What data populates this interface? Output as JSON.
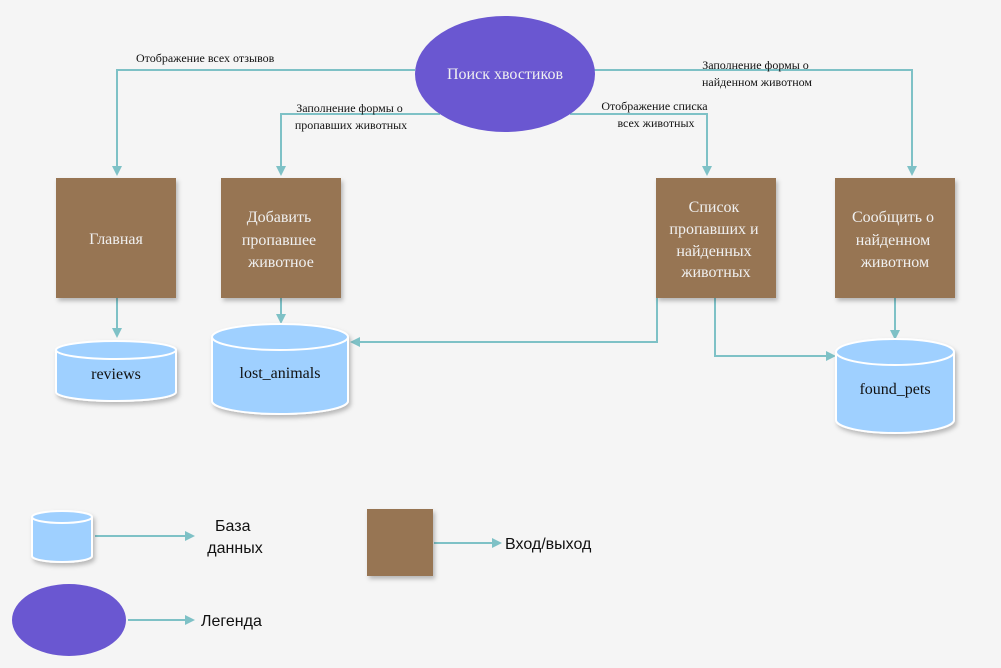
{
  "colors": {
    "ellipse": "#6a57d1",
    "box": "#977452",
    "db_fill": "#9fd0ff",
    "edge": "#7ec1c6",
    "background": "#f5f5f5"
  },
  "nodes": {
    "center": "Поиск хвостиков",
    "main": "Главная",
    "add_lost": [
      "Добавить",
      "пропавшее",
      "животное"
    ],
    "list": [
      "Список",
      "пропавших и",
      "найденных",
      "животных"
    ],
    "report_found": [
      "Сообщить о",
      "найденном",
      "животном"
    ]
  },
  "databases": {
    "reviews": "reviews",
    "lost_animals": "lost_animals",
    "found_pets": "found_pets"
  },
  "edge_labels": {
    "all_reviews": "Отображение всех отзывов",
    "lost_form": [
      "Заполнение формы о",
      "пропавших животных"
    ],
    "all_animals_list": [
      "Отображение списка",
      "всех животных"
    ],
    "found_form": [
      "Заполнение формы о",
      "найденном животном"
    ]
  },
  "legend": {
    "database": [
      "База",
      "данных"
    ],
    "io": "Вход/выход",
    "legend": "Легенда"
  }
}
